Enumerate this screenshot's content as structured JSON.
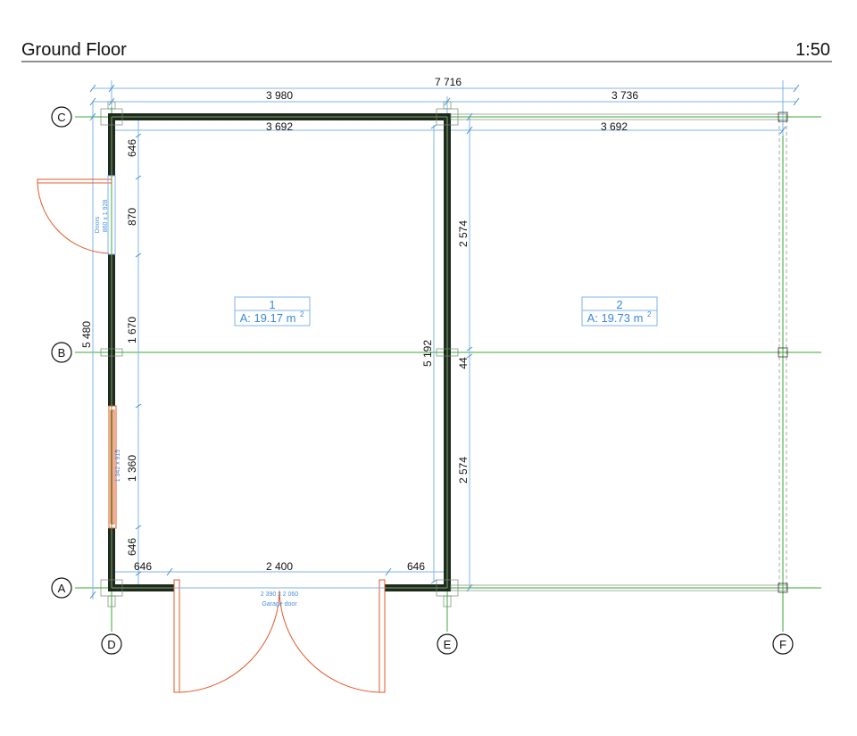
{
  "header": {
    "title": "Ground Floor",
    "scale": "1:50"
  },
  "colors": {
    "grid": "#3aa835",
    "dimension": "#7fb6e8",
    "wall": "#1e2a1e",
    "door": "#e05a2a",
    "text_blue": "#3d8ad6"
  },
  "grid_labels": {
    "c": "C",
    "b": "B",
    "a": "A",
    "d": "D",
    "e": "E",
    "f": "F"
  },
  "dimensions": {
    "total_width": "7 716",
    "left_width": "3 980",
    "right_width": "3 736",
    "inner_left": "3 692",
    "inner_right": "3 692",
    "left_top": "646",
    "left_door": "870",
    "left_mid": "1 670",
    "left_window": "1 360",
    "left_bottom": "646",
    "total_height": "5 480",
    "right_inner_height": "5 192",
    "mid_upper": "2 574",
    "mid_gap": "44",
    "mid_lower": "2 574",
    "bottom_left": "646",
    "bottom_garage": "2 400",
    "bottom_right": "646"
  },
  "rooms": [
    {
      "number": "1",
      "area": "A: 19.17 m",
      "unit_sup": "2"
    },
    {
      "number": "2",
      "area": "A: 19.73 m",
      "unit_sup": "2"
    }
  ],
  "openings": {
    "door_label": "Doors",
    "door_size": "860 x 1 928",
    "window_size": "1 342 x 915",
    "garage_size": "2 390 x 2 060",
    "garage_label": "Garage door"
  }
}
